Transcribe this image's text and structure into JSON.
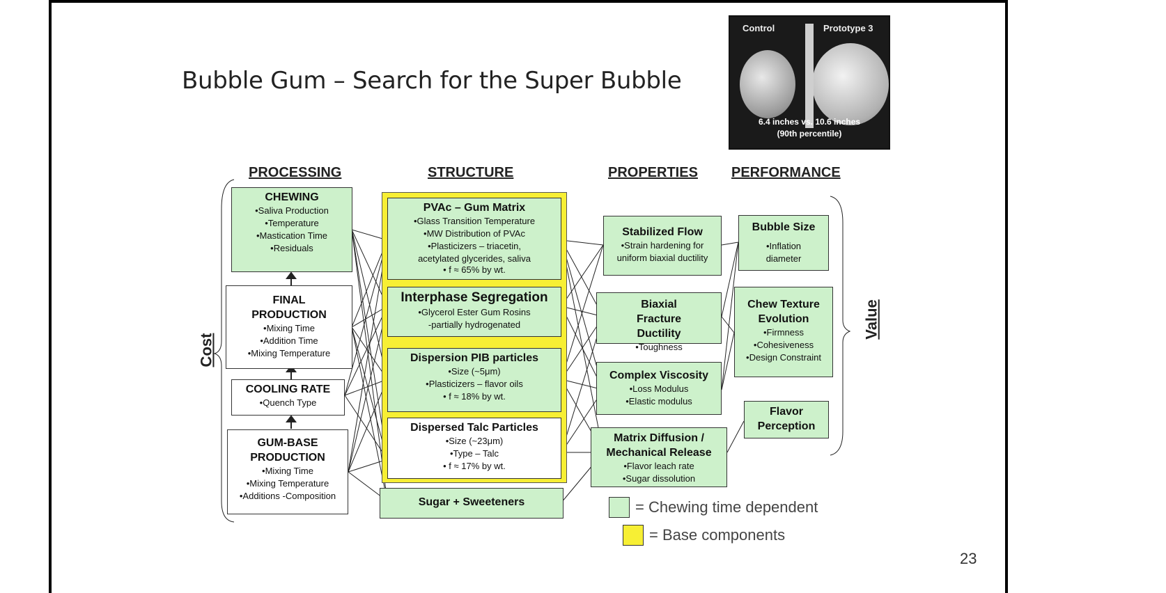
{
  "title": "Bubble Gum – Search for the Super Bubble",
  "photo": {
    "label_left": "Control",
    "label_right": "Prototype 3",
    "caption_line1": "6.4 inches  vs.  10.6 inches",
    "caption_line2": "(90th percentile)"
  },
  "headings": {
    "processing": "PROCESSING",
    "structure": "STRUCTURE",
    "properties": "PROPERTIES",
    "performance": "PERFORMANCE"
  },
  "side_labels": {
    "cost": "Cost",
    "value": "Value"
  },
  "processing": [
    {
      "title": "CHEWING",
      "lines": [
        "•Saliva Production",
        "•Temperature",
        "•Mastication Time",
        "•Residuals"
      ],
      "color": "green"
    },
    {
      "title": "FINAL PRODUCTION",
      "lines": [
        "•Mixing Time",
        "•Addition Time",
        "•Mixing Temperature"
      ],
      "color": "white"
    },
    {
      "title": "COOLING RATE",
      "lines": [
        "•Quench Type"
      ],
      "color": "white"
    },
    {
      "title": "GUM-BASE PRODUCTION",
      "lines": [
        "•Mixing Time",
        "•Mixing Temperature",
        "•Additions -Composition"
      ],
      "color": "white"
    }
  ],
  "structure": [
    {
      "title": "PVAc – Gum Matrix",
      "lines": [
        "•Glass Transition Temperature",
        "•MW Distribution of PVAc",
        "•Plasticizers – triacetin,",
        "acetylated glycerides, saliva",
        "• f ≈ 65% by wt."
      ],
      "color": "green"
    },
    {
      "title": "Interphase Segregation",
      "lines": [
        "•Glycerol Ester Gum Rosins",
        "-partially hydrogenated"
      ],
      "color": "green"
    },
    {
      "title": "Dispersion PIB particles",
      "lines": [
        "•Size (~5μm)",
        "•Plasticizers – flavor oils",
        "• f ≈ 18% by wt."
      ],
      "color": "green"
    },
    {
      "title": "Dispersed Talc Particles",
      "lines": [
        "•Size (~23μm)",
        "•Type – Talc",
        "• f ≈ 17% by wt."
      ],
      "color": "white"
    },
    {
      "title": "Sugar + Sweeteners",
      "lines": [],
      "color": "green"
    }
  ],
  "properties": [
    {
      "title": "Stabilized Flow",
      "lines": [
        "•Strain hardening for",
        "uniform biaxial ductility"
      ],
      "color": "green"
    },
    {
      "title": "Biaxial Fracture Ductility",
      "lines": [
        "•Toughness"
      ],
      "color": "green"
    },
    {
      "title": "Complex Viscosity",
      "lines": [
        "•Loss Modulus",
        "•Elastic modulus"
      ],
      "color": "green"
    },
    {
      "title": "Matrix Diffusion / Mechanical Release",
      "lines": [
        "•Flavor leach rate",
        "•Sugar dissolution"
      ],
      "color": "green"
    }
  ],
  "performance": [
    {
      "title": "Bubble Size",
      "lines": [
        "•Inflation",
        "diameter"
      ],
      "color": "green"
    },
    {
      "title": "Chew Texture Evolution",
      "lines": [
        "•Firmness",
        "•Cohesiveness",
        "•Design Constraint"
      ],
      "color": "green"
    },
    {
      "title": "Flavor Perception",
      "lines": [],
      "color": "green"
    }
  ],
  "legend": [
    {
      "label": "= Chewing time dependent",
      "color": "#cdf1cb"
    },
    {
      "label": "= Base components",
      "color": "#f7ef34"
    }
  ],
  "colors": {
    "green": "#cdf1cb",
    "yellow": "#f7ef34",
    "frame": "#000000"
  },
  "page_number": "23"
}
